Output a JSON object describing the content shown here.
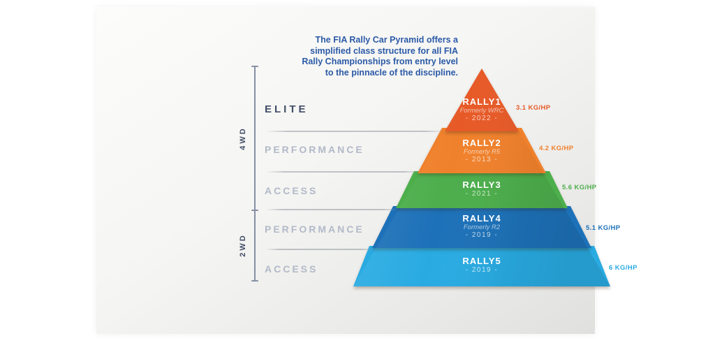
{
  "palette": {
    "page_background": "#FFFFFF",
    "card_background": "#F4F4F2",
    "header_text": "#2B5AA7",
    "elite_label": "#414D68",
    "muted_label": "#B2B9C8",
    "axis": "#8590A5"
  },
  "header": {
    "lines": [
      "The FIA Rally Car Pyramid offers a",
      "simplified class structure for all FIA",
      "Rally Championships from entry level",
      "to the pinnacle of the discipline."
    ]
  },
  "drivetrain_groups": [
    {
      "label": "4WD"
    },
    {
      "label": "2WD"
    }
  ],
  "tiers": [
    {
      "label": "ELITE"
    },
    {
      "label": "PERFORMANCE"
    },
    {
      "label": "ACCESS"
    },
    {
      "label": "PERFORMANCE"
    },
    {
      "label": "ACCESS"
    }
  ],
  "pyramid": {
    "levels": [
      {
        "name": "RALLY1",
        "formerly": "Formerly WRC",
        "year": "- 2022 -",
        "power_ratio": "3.1 KG/HP",
        "color": "#E75A28"
      },
      {
        "name": "RALLY2",
        "formerly": "Formerly R5",
        "year": "- 2013 -",
        "power_ratio": "4.2 KG/HP",
        "color": "#F0812C"
      },
      {
        "name": "RALLY3",
        "year": "- 2021 -",
        "power_ratio": "5.6 KG/HP",
        "color": "#4DAE4C"
      },
      {
        "name": "RALLY4",
        "formerly": "Formerly R2",
        "year": "- 2019 -",
        "power_ratio": "5.1 KG/HP",
        "color": "#1D71B8"
      },
      {
        "name": "RALLY5",
        "year": "- 2019 -",
        "power_ratio": "6 KG/HP",
        "color": "#29ABE2"
      }
    ]
  }
}
